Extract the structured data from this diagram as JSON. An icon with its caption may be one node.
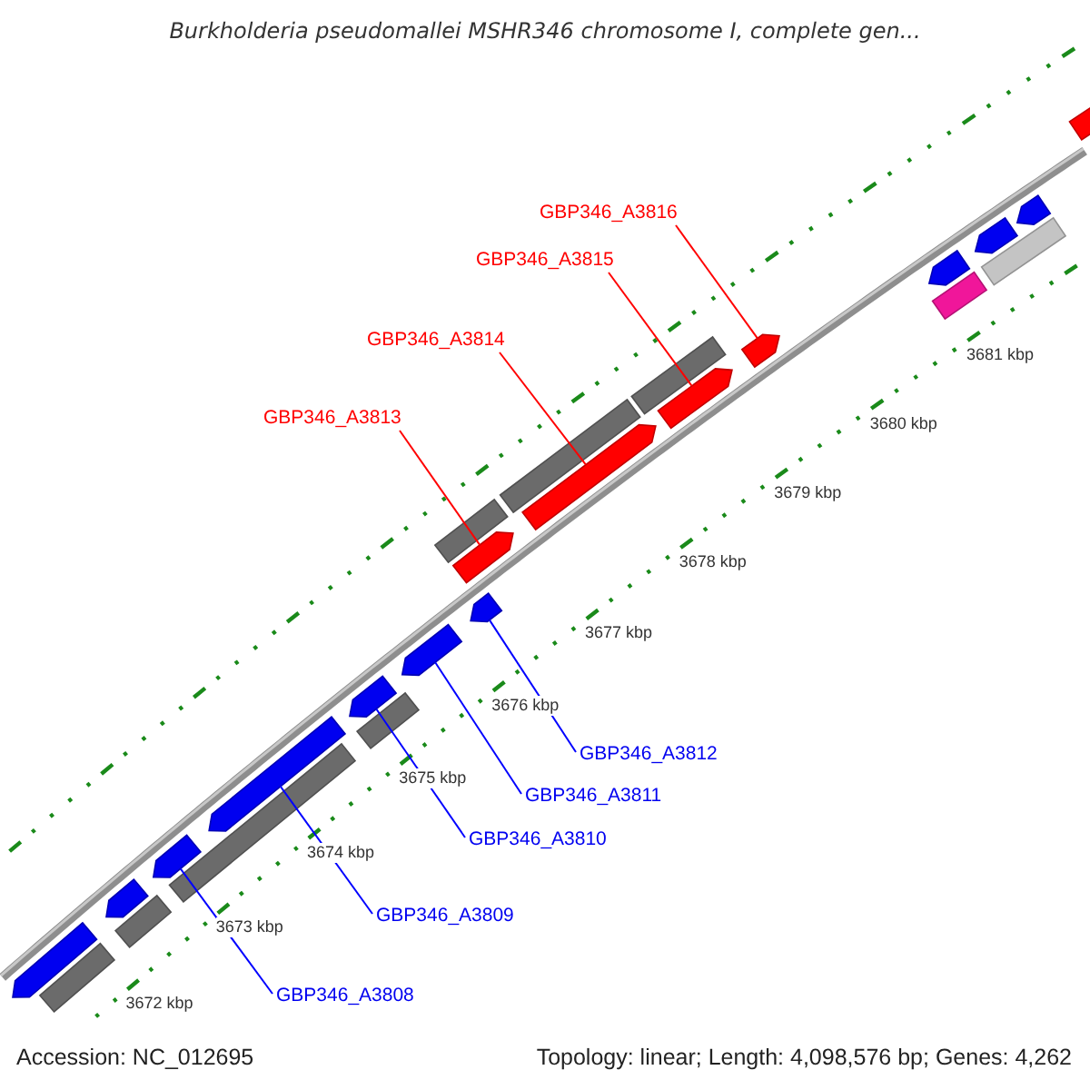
{
  "diagram": {
    "title": "Burkholderia pseudomallei MSHR346 chromosome I, complete gen...",
    "nodes": [
      {
        "text": [
          "GBP346_A3816"
        ]
      },
      {
        "text": [
          "GBP346_A3815"
        ]
      },
      {
        "text": [
          "GBP346_A3814"
        ]
      },
      {
        "text": [
          "GBP346_A3813"
        ]
      },
      {
        "text": [
          "GBP346_A3812"
        ]
      },
      {
        "text": [
          "GBP346_A3811"
        ]
      },
      {
        "text": [
          "GBP346_A3810"
        ]
      },
      {
        "text": [
          "GBP346_A3809"
        ]
      },
      {
        "text": [
          "GBP346_A3808"
        ]
      },
      {
        "text": [],
        "shape": "arrow"
      },
      {
        "text": [],
        "shape": "box"
      },
      {
        "text": [],
        "shape": "arrow"
      },
      {
        "text": [],
        "shape": "box"
      },
      {
        "text": [],
        "shape": "arrow"
      },
      {
        "text": [],
        "shape": "box"
      },
      {
        "text": [],
        "shape": "arrow"
      },
      {
        "text": [],
        "shape": "arrow"
      },
      {
        "text": [],
        "shape": "box"
      },
      {
        "text": [],
        "shape": "arrow"
      },
      {
        "text": [],
        "shape": "box"
      },
      {
        "text": [],
        "shape": "arrow"
      },
      {
        "text": [],
        "shape": "arrow"
      },
      {
        "text": [],
        "shape": "box"
      },
      {
        "text": [],
        "shape": "arrow"
      },
      {
        "text": [],
        "shape": "box"
      },
      {
        "text": [],
        "shape": "arrow"
      },
      {
        "text": [],
        "shape": "arrow"
      },
      {
        "text": [],
        "shape": "arrow"
      },
      {
        "text": [],
        "shape": "box"
      },
      {
        "text": [],
        "shape": "arrow"
      },
      {
        "text": [],
        "shape": "box"
      },
      {
        "text": [],
        "shape": "arrow"
      },
      {
        "text": [],
        "shape": "arrow"
      }
    ],
    "edges": [
      {
        "from": 0,
        "to": 26,
        "arrow": "none",
        "color": "#ff0000"
      },
      {
        "from": 1,
        "to": 25,
        "arrow": "none",
        "color": "#ff0000"
      },
      {
        "from": 2,
        "to": 23,
        "arrow": "none",
        "color": "#ff0000"
      },
      {
        "from": 3,
        "to": 20,
        "arrow": "none",
        "color": "#ff0000"
      },
      {
        "from": 4,
        "to": 21,
        "arrow": "none"
      },
      {
        "from": 5,
        "to": 18,
        "arrow": "none"
      },
      {
        "from": 6,
        "to": 16,
        "arrow": "none"
      },
      {
        "from": 7,
        "to": 15,
        "arrow": "none"
      },
      {
        "from": 8,
        "to": 13,
        "arrow": "none"
      }
    ],
    "labels": [
      "3681 kbp",
      "3680 kbp",
      "3679 kbp",
      "3678 kbp",
      "3677 kbp",
      "3676 kbp",
      "3675 kbp",
      "3674 kbp",
      "3673 kbp",
      "3672 kbp",
      "Accession: NC_012695",
      "Topology: linear; Length: 4,098,576 bp; Genes: 4,262"
    ]
  }
}
